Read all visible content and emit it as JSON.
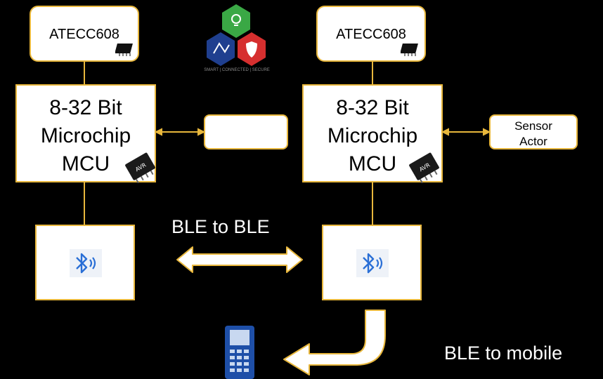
{
  "left_node": {
    "secure_element": "ATECC608",
    "mcu_lines": [
      "8-32 Bit",
      "Microchip",
      "MCU"
    ],
    "side_box": ""
  },
  "right_node": {
    "secure_element": "ATECC608",
    "mcu_lines": [
      "8-32 Bit",
      "Microchip",
      "MCU"
    ],
    "side_box_lines": [
      "Sensor",
      "Actor"
    ]
  },
  "logo": {
    "tagline": "SMART | CONNECTED | SECURE"
  },
  "captions": {
    "ble_to_ble": "BLE to BLE",
    "ble_to_mobile": "BLE to mobile"
  },
  "icons": [
    "bluetooth-icon",
    "chip-icon",
    "mobile-phone-icon",
    "lightbulb-icon",
    "shield-icon",
    "network-icon"
  ],
  "colors": {
    "connector": "#e8b73c",
    "background": "#000000",
    "bluetooth": "#2a6fd6",
    "logo_green": "#3aa845",
    "logo_blue": "#1f3f8f",
    "logo_red": "#d62f2f"
  }
}
